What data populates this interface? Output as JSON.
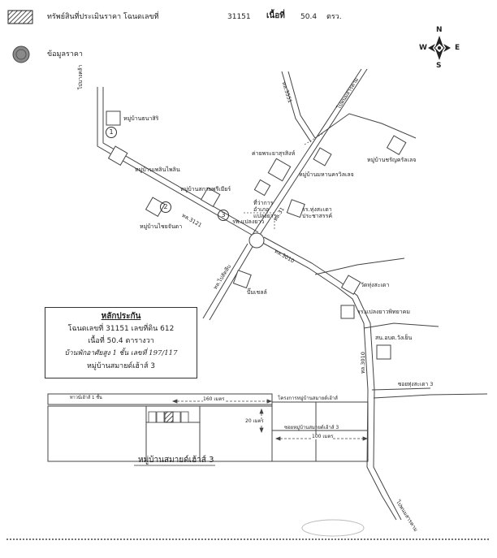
{
  "header": {
    "legend_property_label": "ทรัพย์สินที่ประเมินราคา โฉนดเลขที่",
    "deed_no": "31151",
    "area_label": "เนื้อที่",
    "area_value": "50.4",
    "area_unit": "ตรว.",
    "legend_comparable_label": "ข้อมูลราคา"
  },
  "compass": {
    "n": "N",
    "s": "S",
    "e": "E",
    "w": "W"
  },
  "roads": {
    "left_top": "ไปบางคล้า",
    "top_left": "ทล.3551",
    "top_right": "ไปพนมสารคาม",
    "mid_3121": "ทล.3121",
    "mid_3121b": "ทล.31",
    "center": "ทล.3010",
    "lower_left": "ทล.ไปสัตหีบ",
    "right_vertical": "ทล.3010",
    "bottom_right": "ไปพนมสารคาม",
    "soi_3": "ซอยทุ่งสะเดา 3"
  },
  "places": {
    "village_pongsiri": "หมู่บ้านธนาสิริ",
    "village_pleanpilin": "หมู่บ้านเพลินไพลิน",
    "village_sakai": "หมู่บ้านสกายพรีเมียร์",
    "village_chaichan": "หมู่บ้านไชยจันดา",
    "village_charoen": "หมู่บ้านชรัญครัลเลจ",
    "village_prasat": "หมู่บ้านมหานครวิลเลจ",
    "camp": "ค่ายพระยาสุรสิงห์",
    "post_office": "ที่ว่าการ อำเภอแปลงยาว",
    "school_bangpla": "รร.ทุ่งสะเดา ประชาสรรค์",
    "hospital": "รพ.แปลงยาว",
    "gas_station": "ปั๊มเชลล์",
    "temple": "วัดทุ่งสะเดา",
    "school_plaeng": "รร.แปลงยาวพิทยาคม",
    "office": "สน.อบต.วังเย็น"
  },
  "markers": [
    "1",
    "2",
    "3"
  ],
  "infobox": {
    "title": "หลักประกัน",
    "line1": "โฉนดเลขที่ 31151 เลขที่ดิน 612",
    "line2": "เนื้อที่ 50.4 ตารางวา",
    "line3": "บ้านพักอาศัยสูง 1 ชั้น เลขที่ 197/117",
    "line4": "หมู่บ้านสมายด์เฮ้าส์ 3"
  },
  "detail": {
    "house_label": "ทาวน์เฮ้าส์ 1 ชั้น",
    "dist_160": "160 เมตร",
    "dist_20": "20 เมตร",
    "dist_100": "100 เมตร",
    "project_label": "โครงการหมู่บ้านสมายด์เฮ้าส์",
    "soi_label": "ซอยหมู่บ้านสมายด์เฮ้าส์ 3",
    "village_caption": "หมู่บ้านสมายด์เฮ้าส์ 3"
  }
}
